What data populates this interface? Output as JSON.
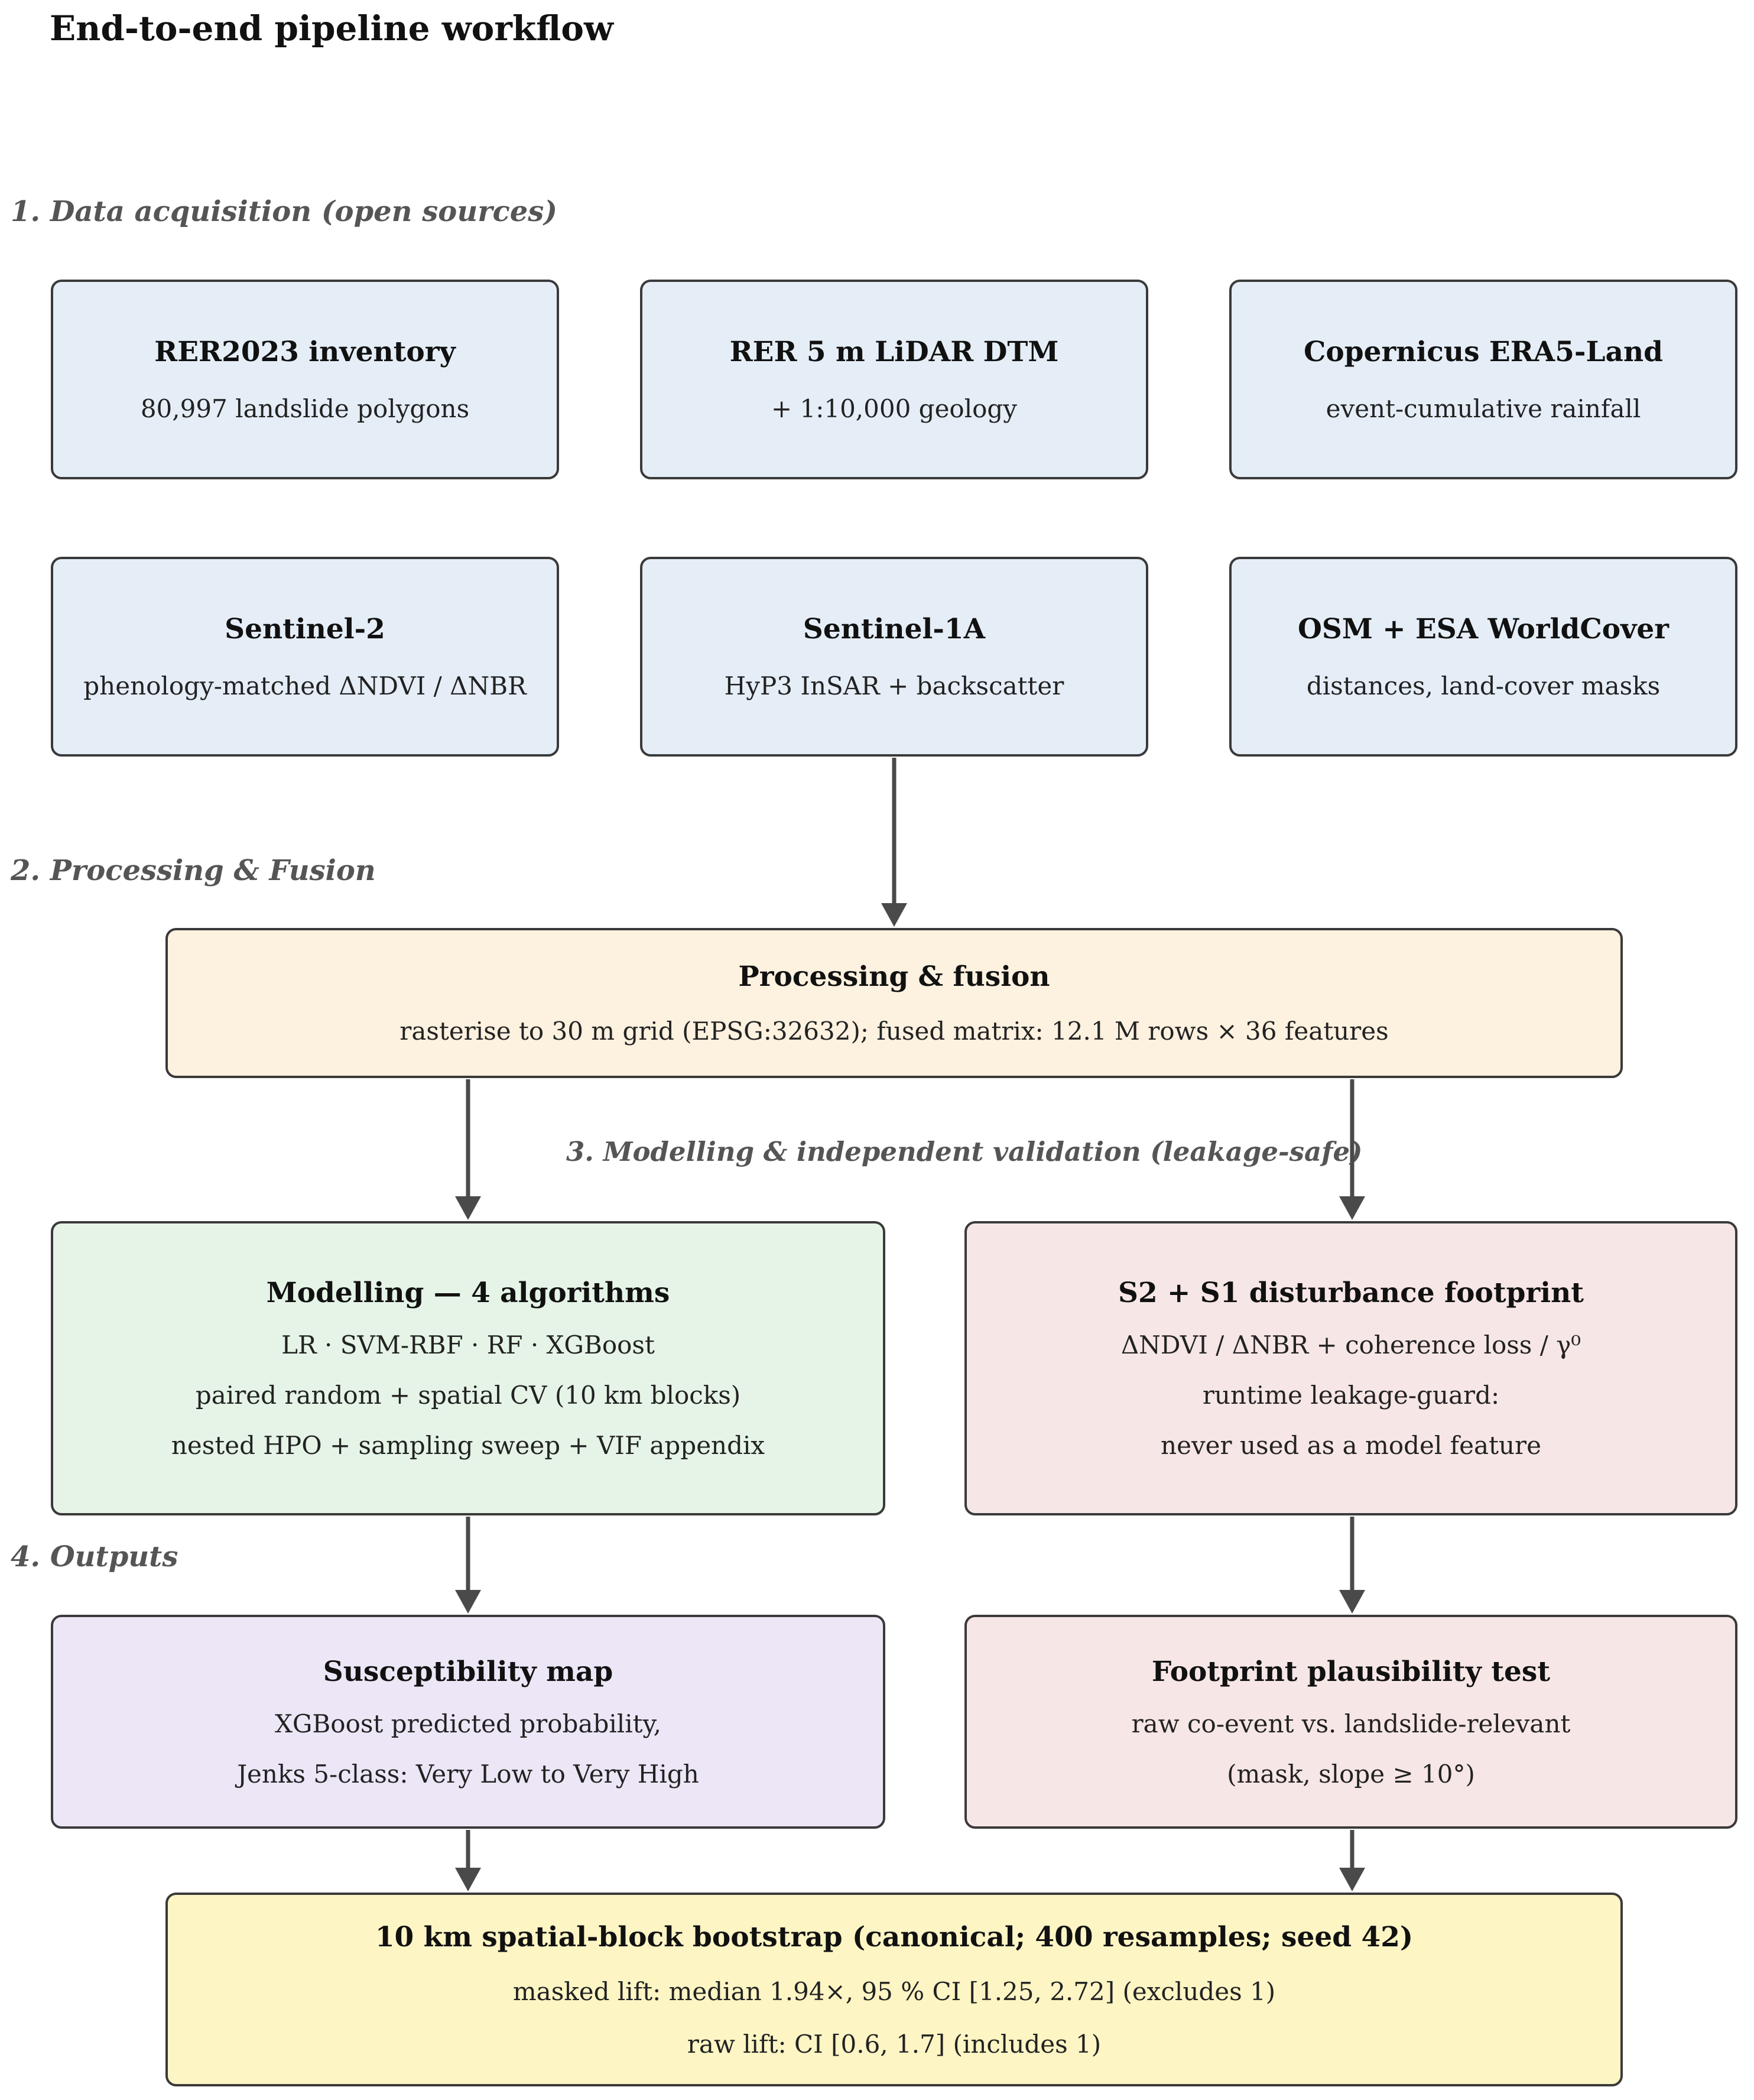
{
  "title": "End-to-end pipeline workflow",
  "sections": {
    "s1": "1.  Data acquisition  (open sources)",
    "s2": "2.  Processing  &  Fusion",
    "s3": "3.  Modelling  &  independent validation  (leakage-safe)",
    "s4": "4.  Outputs"
  },
  "acquisition": [
    {
      "title": "RER2023 inventory",
      "line": "80,997 landslide polygons"
    },
    {
      "title": "RER 5 m LiDAR DTM",
      "line": "+ 1:10,000 geology"
    },
    {
      "title": "Copernicus ERA5-Land",
      "line": "event-cumulative rainfall"
    },
    {
      "title": "Sentinel-2",
      "line": "phenology-matched ΔNDVI / ΔNBR"
    },
    {
      "title": "Sentinel-1A",
      "line": "HyP3 InSAR + backscatter"
    },
    {
      "title": "OSM + ESA WorldCover",
      "line": "distances, land-cover masks"
    }
  ],
  "processing": {
    "title": "Processing & fusion",
    "line": "rasterise to 30 m grid (EPSG:32632); fused matrix: 12.1 M rows × 36 features"
  },
  "modelling": {
    "title": "Modelling  —  4 algorithms",
    "lines": [
      "LR · SVM-RBF · RF · XGBoost",
      "paired random + spatial CV (10 km blocks)",
      "nested HPO + sampling sweep + VIF appendix"
    ]
  },
  "footprint": {
    "title": "S2 + S1 disturbance footprint",
    "lines": [
      "ΔNDVI / ΔNBR  +  coherence loss / γ⁰",
      "runtime leakage-guard:",
      "never used as a model feature"
    ]
  },
  "susceptibility": {
    "title": "Susceptibility map",
    "lines": [
      "XGBoost predicted probability,",
      "Jenks 5-class: Very Low to Very High"
    ]
  },
  "plausibility": {
    "title": "Footprint plausibility test",
    "lines": [
      "raw co-event vs. landslide-relevant",
      "(mask, slope ≥ 10°)"
    ]
  },
  "bootstrap": {
    "title": "10 km spatial-block bootstrap  (canonical; 400 resamples; seed 42)",
    "lines": [
      "masked lift:  median 1.94×,  95 % CI [1.25, 2.72]  (excludes 1)",
      "raw lift:  CI [0.6, 1.7]  (includes 1)"
    ]
  },
  "colors": {
    "acquisition": "#e5eef7",
    "processing": "#fdf1df",
    "modelling": "#e5f4e6",
    "validation": "#f7e6e6",
    "susceptibility": "#ede6f6",
    "bootstrap": "#fdf5c4",
    "border": "#3a3a3a"
  }
}
